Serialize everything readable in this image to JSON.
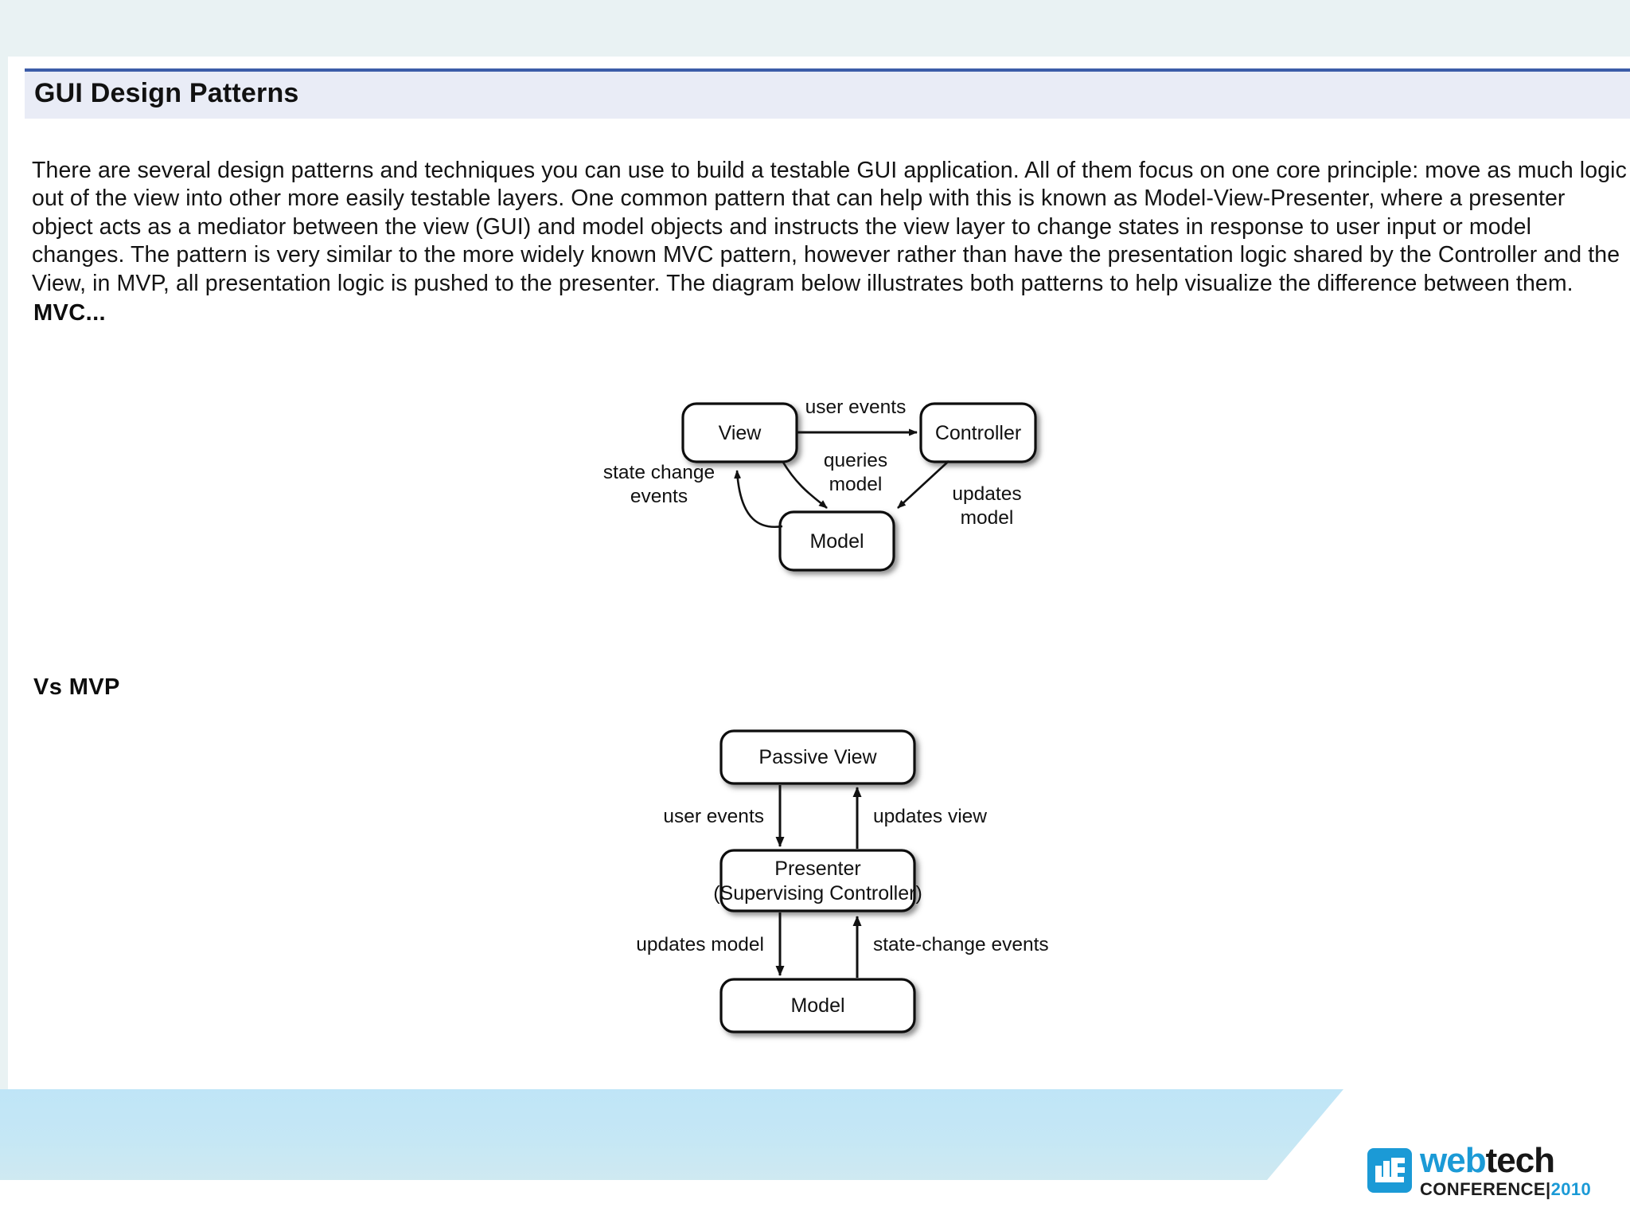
{
  "page": {
    "title": "GUI Design Patterns",
    "background_color": "#e9f2f3",
    "panel_color": "#ffffff",
    "title_band_color": "#e9ecf6",
    "title_rule_color": "#3c5ca8",
    "banner_color": "#bfe5f7"
  },
  "body": {
    "paragraph": "There are several design patterns and techniques you can use to build a testable GUI application. All of them focus on one core principle: move as much logic out of the view into other more easily testable layers. One common pattern that can help with this is known as Model-View-Presenter, where a presenter object acts as a mediator between the view (GUI) and model objects and instructs the view layer to change states in response to user input or model changes. The pattern is very similar to the more widely known MVC pattern, however rather than have the presentation logic shared by the Controller and the View, in MVP, all presentation logic is pushed to the presenter. The diagram below illustrates both patterns to help visualize the difference between them."
  },
  "sections": {
    "mvc_heading": "MVC...",
    "mvp_heading": "Vs MVP"
  },
  "diagrams": {
    "mvc": {
      "nodes": {
        "view": "View",
        "controller": "Controller",
        "model": "Model"
      },
      "edges": {
        "user_events": "user events",
        "queries_model_line1": "queries",
        "queries_model_line2": "model",
        "updates_model_line1": "updates",
        "updates_model_line2": "model",
        "state_change_line1": "state change",
        "state_change_line2": "events"
      }
    },
    "mvp": {
      "nodes": {
        "passive_view": "Passive View",
        "presenter_line1": "Presenter",
        "presenter_line2": "(Supervising Controller)",
        "model": "Model"
      },
      "edges": {
        "user_events": "user events",
        "updates_view": "updates view",
        "updates_model": "updates model",
        "state_change_events": "state-change events"
      }
    }
  },
  "logo": {
    "word_first": "web",
    "word_second": "tech",
    "sub_first": "CONFERENCE|",
    "sub_second": "2010",
    "accent_color": "#1b9ad6"
  }
}
